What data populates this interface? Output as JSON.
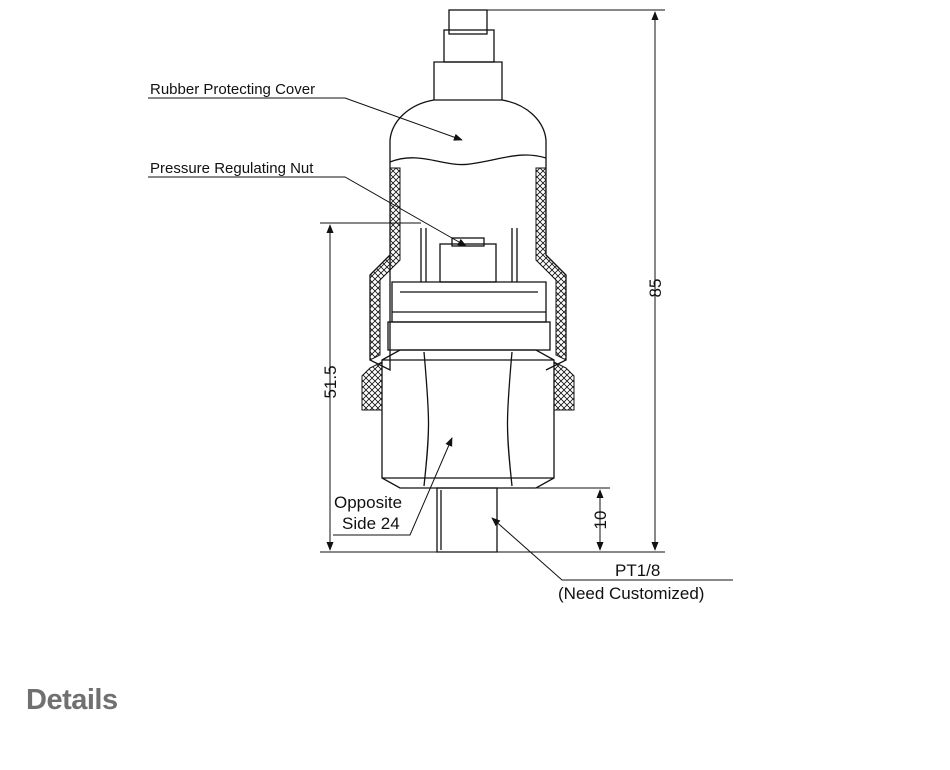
{
  "labels": {
    "rubber_cover": "Rubber Protecting Cover",
    "regulating_nut": "Pressure Regulating Nut",
    "opposite_side_line1": "Opposite",
    "opposite_side_line2": "Side 24",
    "thread_line1": "PT1/8",
    "thread_line2": "(Need Customized)"
  },
  "dimensions": {
    "overall_height": "85",
    "body_height": "51.5",
    "thread_length": "10"
  },
  "section_heading": "Details",
  "colors": {
    "line": "#111111",
    "heading": "#707070"
  }
}
